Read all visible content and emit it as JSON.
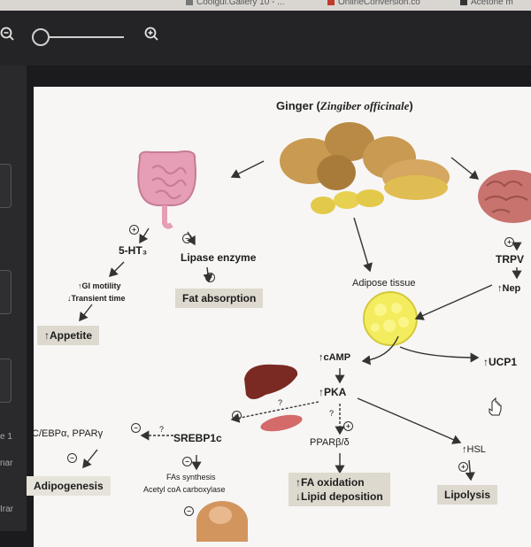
{
  "browser": {
    "tabs": [
      {
        "label": "Coolgui.Gallery 10 - ..."
      },
      {
        "label": "OnlineConversion.co"
      },
      {
        "label": "Acetone m"
      }
    ]
  },
  "viewer": {
    "zoom_out_icon": "zoom-out-icon",
    "zoom_in_icon": "zoom-in-icon",
    "zoom_level": 0.05
  },
  "side": {
    "labels": [
      "e 1",
      "nar",
      "Irar"
    ]
  },
  "figure": {
    "title_prefix": "Ginger (",
    "title_species": "Zingiber officinale",
    "title_suffix": ")",
    "ht": "5-HT₃",
    "lipase": "Lipase enzyme",
    "gi1": "↑GI motility",
    "gi2": "↓Transient time",
    "fat_absorption": "Fat absorption",
    "appetite": "↑Appetite",
    "adipose": "Adipose tissue",
    "trpv": "TRPV",
    "nep": "↑Nep",
    "camp": "↑cAMP",
    "ucp": "↑UCP1",
    "pka": "↑PKA",
    "cebp": "C/EBPα, PPARγ",
    "srebp": "SREBP1c",
    "ppar": "PPARβ/δ",
    "hsl": "↑HSL",
    "fas1": "FAs synthesis",
    "fas2": "Acetyl coA carboxylase",
    "adipogenesis": "Adipogenesis",
    "fa_ox1": "↑FA oxidation",
    "fa_ox2": "↓Lipid deposition",
    "lipolysis": "Lipolysis",
    "question": "?",
    "plus": "+",
    "minus": "−"
  },
  "colors": {
    "ginger": "#c99a52",
    "ginger_slice": "#e3c94a",
    "intestine": "#e69db6",
    "brain": "#c8736e",
    "adipose": "#f3ec5e",
    "liver": "#7a2a22",
    "muscle": "#d46a6a",
    "skin": "#d2955e"
  }
}
